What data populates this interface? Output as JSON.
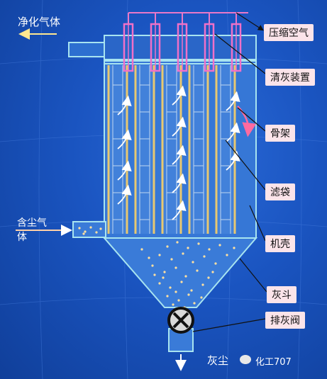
{
  "flows": {
    "clean_gas": "净化气体",
    "inlet_gas_line1": "含尘气",
    "inlet_gas_line2": "体"
  },
  "labels": {
    "compressed_air": "压缩空气",
    "cleaning_device": "清灰装置",
    "frame": "骨架",
    "filter_bag": "滤袋",
    "casing": "机壳",
    "hopper": "灰斗",
    "discharge_valve": "排灰阀"
  },
  "watermark": {
    "dust": "灰尘",
    "account": "化工707"
  },
  "colors": {
    "label_bg": "#fbe4ea",
    "outline": "#a8e4f0",
    "bag": "#e8c870",
    "pipe": "#f070c8",
    "air_line": "#e878c8"
  }
}
